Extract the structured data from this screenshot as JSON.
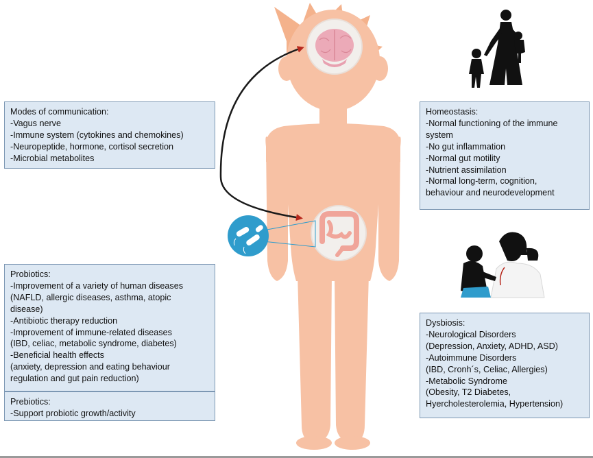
{
  "colors": {
    "skin": "#f7c1a4",
    "skin_shadow": "#f1a885",
    "hair": "#f4b28c",
    "box_fill": "#dde8f3",
    "box_border": "#7c97b3",
    "arrow": "#b7281d",
    "bacteria_circle": "#2f9ccc",
    "brain": "#ecaab8",
    "intestine": "#f0a59a"
  },
  "icons": {
    "brain": "brain-icon",
    "intestine": "intestine-icon",
    "bacteria": "bacteria-icon",
    "family": "mother-children-silhouette-icon",
    "doctor": "doctor-patient-silhouette-icon"
  },
  "communication": {
    "title": "Modes of communication:",
    "items": [
      "-Vagus nerve",
      "-Immune system (cytokines and chemokines)",
      "-Neuropeptide, hormone, cortisol secretion",
      "-Microbial metabolites"
    ]
  },
  "homeostasis": {
    "title": "Homeostasis:",
    "lines": [
      "-Normal functioning of the immune",
      "system",
      "-No gut inflammation",
      "-Normal gut motility",
      "-Nutrient assimilation",
      "-Normal long-term, cognition,",
      "behaviour and neurodevelopment"
    ]
  },
  "probiotics": {
    "title": "Probiotics:",
    "lines": [
      "-Improvement of a variety of human diseases",
      "(NAFLD, allergic diseases, asthma, atopic",
      "disease)",
      "-Antibiotic therapy reduction",
      "-Improvement of immune-related diseases",
      "(IBD, celiac, metabolic syndrome, diabetes)",
      "-Beneficial health effects",
      "(anxiety, depression and eating behaviour",
      "regulation and gut pain reduction)"
    ]
  },
  "prebiotics": {
    "title": "Prebiotics:",
    "lines": [
      "-Support probiotic growth/activity"
    ]
  },
  "dysbiosis": {
    "title": "Dysbiosis:",
    "lines": [
      "-Neurological Disorders",
      "(Depression, Anxiety, ADHD, ASD)",
      "-Autoimmune Disorders",
      "(IBD, Cronh´s, Celiac, Allergies)",
      "-Metabolic Syndrome",
      "(Obesity, T2 Diabetes,",
      "Hyercholesterolemia, Hypertension)"
    ]
  }
}
